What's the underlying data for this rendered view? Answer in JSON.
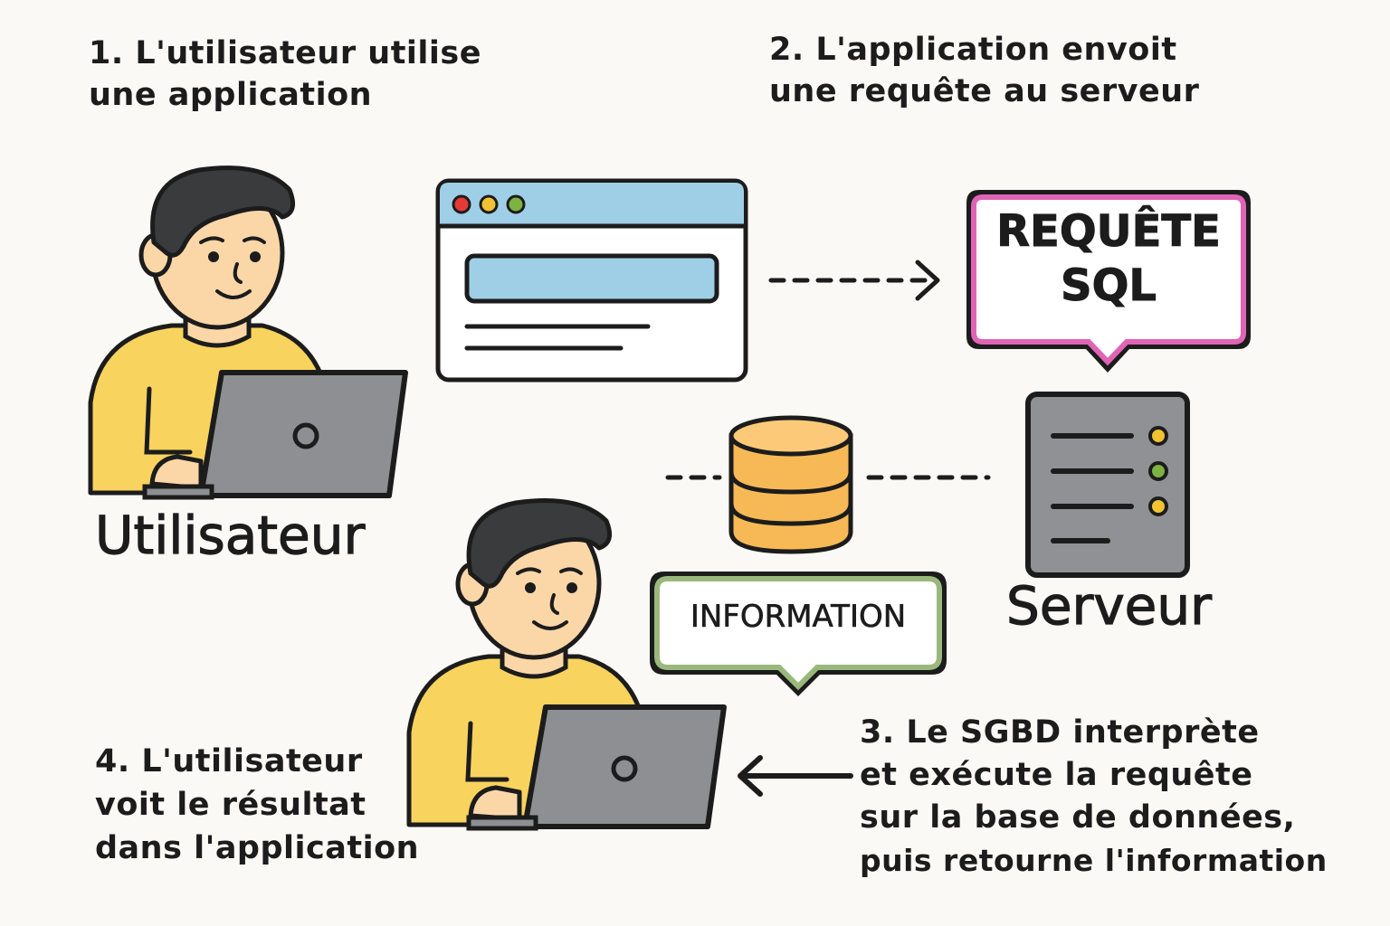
{
  "steps": {
    "step1": {
      "line1": "1. L'utilisateur utilise",
      "line2": "une application"
    },
    "step2": {
      "line1": "2. L'application envoit",
      "line2": "une requête au serveur"
    },
    "step3": {
      "line1": "3. Le SGBD interprète",
      "line2": "et exécute la requête",
      "line3": "sur la base de données,",
      "line4": "puis retourne l'information"
    },
    "step4": {
      "line1": "4. L'utilisateur",
      "line2": "voit le résultat",
      "line3": "dans l'application"
    }
  },
  "labels": {
    "user": "Utilisateur",
    "server": "Serveur"
  },
  "bubbles": {
    "query": {
      "line1": "REQUÊTE",
      "line2": "SQL"
    },
    "information": "INFORMATION"
  },
  "icons": {
    "user_top": "person-with-laptop-icon",
    "browser": "app-window-icon",
    "database": "database-icon",
    "server": "server-rack-icon",
    "user_bottom": "person-with-laptop-icon",
    "arrow_right": "dashed-arrow-right-icon",
    "arrow_left": "arrow-left-icon"
  },
  "colors": {
    "background": "#faf9f5",
    "skin": "#fbd7a8",
    "hair": "#3a3b3d",
    "shirt": "#f8d35e",
    "laptop": "#8d8f92",
    "window_bar": "#9fcfe6",
    "query_border": "#e064b6",
    "info_border": "#9ab87c",
    "db": "#f7b955",
    "server": "#8f9194",
    "dot_red": "#e53935",
    "dot_yellow": "#f1c232",
    "dot_green": "#7cb342"
  }
}
